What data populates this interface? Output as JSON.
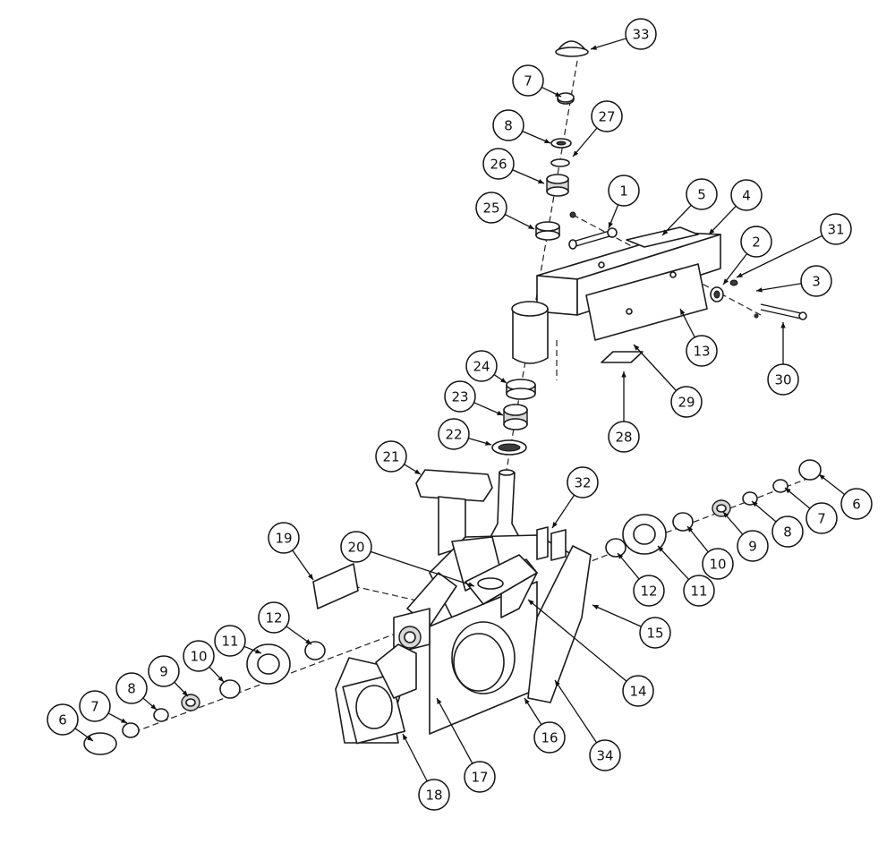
{
  "diagram": {
    "balloons": [
      {
        "id": "b33a",
        "label": "33"
      },
      {
        "id": "b7a",
        "label": "7"
      },
      {
        "id": "b27",
        "label": "27"
      },
      {
        "id": "b8a",
        "label": "8"
      },
      {
        "id": "b26",
        "label": "26"
      },
      {
        "id": "b1",
        "label": "1"
      },
      {
        "id": "b5",
        "label": "5"
      },
      {
        "id": "b4",
        "label": "4"
      },
      {
        "id": "b25",
        "label": "25"
      },
      {
        "id": "b2",
        "label": "2"
      },
      {
        "id": "b31",
        "label": "31"
      },
      {
        "id": "b3",
        "label": "3"
      },
      {
        "id": "b13",
        "label": "13"
      },
      {
        "id": "b30",
        "label": "30"
      },
      {
        "id": "b24",
        "label": "24"
      },
      {
        "id": "b29",
        "label": "29"
      },
      {
        "id": "b23",
        "label": "23"
      },
      {
        "id": "b22",
        "label": "22"
      },
      {
        "id": "b28",
        "label": "28"
      },
      {
        "id": "b21",
        "label": "21"
      },
      {
        "id": "b32",
        "label": "32"
      },
      {
        "id": "b6a",
        "label": "6"
      },
      {
        "id": "b7b",
        "label": "7"
      },
      {
        "id": "b8b",
        "label": "8"
      },
      {
        "id": "b9a",
        "label": "9"
      },
      {
        "id": "b10a",
        "label": "10"
      },
      {
        "id": "b11a",
        "label": "11"
      },
      {
        "id": "b12a",
        "label": "12"
      },
      {
        "id": "b19",
        "label": "19"
      },
      {
        "id": "b20",
        "label": "20"
      },
      {
        "id": "b15",
        "label": "15"
      },
      {
        "id": "b14",
        "label": "14"
      },
      {
        "id": "b12b",
        "label": "12"
      },
      {
        "id": "b11b",
        "label": "11"
      },
      {
        "id": "b10b",
        "label": "10"
      },
      {
        "id": "b9b",
        "label": "9"
      },
      {
        "id": "b8c",
        "label": "8"
      },
      {
        "id": "b7c",
        "label": "7"
      },
      {
        "id": "b6b",
        "label": "6"
      },
      {
        "id": "b16",
        "label": "16"
      },
      {
        "id": "b34",
        "label": "34"
      },
      {
        "id": "b17",
        "label": "17"
      },
      {
        "id": "b18",
        "label": "18"
      }
    ]
  }
}
